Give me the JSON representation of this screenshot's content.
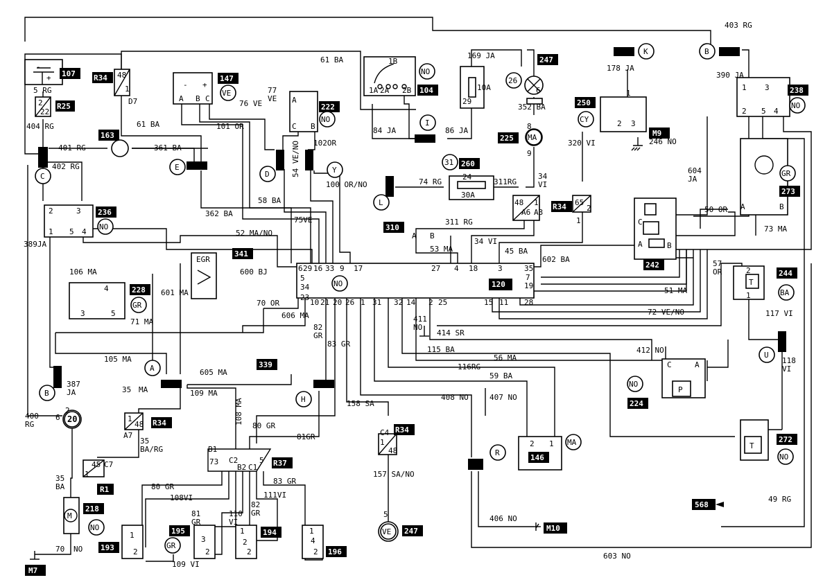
{
  "components": {
    "c107": "107",
    "c147": "147",
    "c104": "104",
    "c247a": "247",
    "c222": "222",
    "c250": "250",
    "c238": "238",
    "c163": "163",
    "c236": "236",
    "c225": "225",
    "c260": "260",
    "c31": "31",
    "c26": "26",
    "c273": "273",
    "c310": "310",
    "c341": "341",
    "c228": "228",
    "c120": "120",
    "c242": "242",
    "c244": "244",
    "c339": "339",
    "c224": "224",
    "c20": "20",
    "c146": "146",
    "c272": "272",
    "c247b": "247",
    "c218": "218",
    "c193": "193",
    "c195": "195",
    "c194": "194",
    "c196": "196",
    "c568": "568",
    "m7": "M7",
    "m9": "M9",
    "m10": "M10",
    "r25": "R25",
    "r34": "R34",
    "r37": "R37",
    "r1": "R1",
    "egr": "EGR"
  },
  "circles": {
    "no": "NO",
    "ve": "VE",
    "cy": "CY",
    "gr": "GR",
    "ba": "BA",
    "ma": "MA",
    "k": "K",
    "b": "B",
    "c": "C",
    "e": "E",
    "d": "D",
    "y": "Y",
    "i": "I",
    "l": "L",
    "a": "A",
    "h": "H",
    "r": "R",
    "u": "U"
  },
  "wires": {
    "w403": "403 RG",
    "w61a": "61 BA",
    "w61b": "61 BA",
    "w169": "169 JA",
    "w178": "178 JA",
    "w390": "390 JA",
    "w5": "5 RG",
    "w404": "404 RG",
    "w76": "76 VE",
    "w77": "77",
    "w77b": "VE",
    "w352": "352 BA",
    "w84": "84 JA",
    "w86": "86 JA",
    "w401": "401 RG",
    "w361": "361 BA",
    "w101": "101 OR",
    "w102": "102OR",
    "w320": "320 VI",
    "w246": "246 NO",
    "w402": "402 RG",
    "w54": "54 VE/NO",
    "w100": "100 OR/NO",
    "w34a": "34",
    "w34b": "VI",
    "w604": "604",
    "w604b": "JA",
    "w74": "74 RG",
    "w311a": "311RG",
    "w30a": "30A",
    "w24": "24",
    "w50": "50 OR",
    "w362": "362 BA",
    "w58": "58 BA",
    "w75": "75VE",
    "w311b": "311 RG",
    "w52": "52 MA/NO",
    "w389": "389JA",
    "w73": "73 MA",
    "w53": "53 MA",
    "w34c": "34 VI",
    "w45": "45 BA",
    "w602": "602 BA",
    "w600": "600 BJ",
    "w106": "106 MA",
    "w601": "601 MA",
    "w57": "57",
    "w57b": "OR",
    "w51": "51 MA",
    "w70or": "70 OR",
    "w71": "71 MA",
    "w606": "606 MA",
    "w72": "72 VE/NO",
    "w82": "82",
    "w82b": "GR",
    "w83": "83 GR",
    "w411": "411",
    "w411b": "NO",
    "w414": "414 SR",
    "w117": "117 VI",
    "w115": "115 BA",
    "w412": "412 NO",
    "w105": "105 MA",
    "w56": "56 MA",
    "w118": "118",
    "w118b": "VI",
    "w116": "116RG",
    "w605": "605 MA",
    "w387": "387",
    "w387b": "JA",
    "w59": "59 BA",
    "w35a": "35",
    "w35ab": "MA",
    "w109": "109 MA",
    "w108": "108 MA",
    "w408": "408 NO",
    "w407": "407 NO",
    "w158": "158 SA",
    "w400": "400",
    "w400b": "RG",
    "w80a": "80 GR",
    "w81a": "81GR",
    "w35b": "35",
    "w35bb": "BA/RG",
    "w35c": "35",
    "w35cb": "BA",
    "w80b": "80 GR",
    "w83b": "83 GR",
    "w108b": "108VI",
    "w111": "111VI",
    "w81b": "81",
    "w81bb": "GR",
    "w110": "110",
    "w110b": "VI",
    "w82c": "82",
    "w82cb": "GR",
    "w157": "157 SA/NO",
    "w49": "49 RG",
    "w406": "406 NO",
    "w109b": "109 VI",
    "w70": "70",
    "w70b": "NO",
    "w603": "603 NO"
  },
  "pins": {
    "ecu_top": [
      "6",
      "29",
      "16",
      "33",
      "9",
      "17",
      "27",
      "4",
      "18",
      "3",
      "35"
    ],
    "ecu_left": [
      "5",
      "34",
      "23"
    ],
    "ecu_bottom": [
      "10",
      "21",
      "20",
      "26",
      "1",
      "31",
      "32",
      "14",
      "2",
      "25",
      "15",
      "11",
      "28"
    ],
    "ecu_right": [
      "7",
      "19"
    ],
    "p1b": "1B",
    "p1a": "1A",
    "p2a": "2A",
    "p2b": "2B",
    "pa": "A",
    "pb": "B",
    "pc": "C",
    "p1": "1",
    "p2": "2",
    "p3": "3",
    "p4": "4",
    "p5": "5",
    "p6": "6",
    "p7": "7",
    "p8": "8",
    "p9": "9",
    "p22": "22",
    "p48": "48",
    "p29": "29",
    "p10a": "10A",
    "pd7": "D7",
    "pa6": "A6",
    "pa3": "A3",
    "pa7": "A7",
    "pc4": "C4",
    "pc7": "C7",
    "pb1": "B1",
    "pb2": "B2",
    "pc1": "C1",
    "pc2": "C2",
    "p73": "73",
    "p45": "45",
    "p65": "65",
    "ptl": "T",
    "pp": "P",
    "pm": "M",
    "plus": "+",
    "minus": "-"
  }
}
